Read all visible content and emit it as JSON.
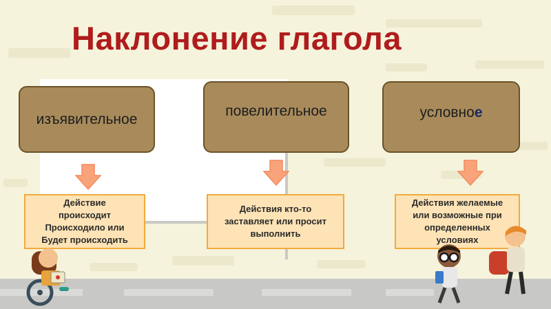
{
  "title": "Наклонение глагола",
  "moods": [
    {
      "label_main": "изъявительное",
      "label_end": "",
      "description": [
        "Действие",
        "происходит",
        "Происходило или",
        "Будет происходить"
      ]
    },
    {
      "label_main": "повелительное",
      "label_end": "",
      "description": [
        "Действия кто-то",
        "заставляет или просит",
        "выполнить"
      ]
    },
    {
      "label_main": "условно",
      "label_end": "е",
      "description": [
        "Действия желаемые",
        "или возможные при",
        "определенных",
        "условиях"
      ]
    }
  ],
  "colors": {
    "title": "#b01c1c",
    "head_box_fill": "#a98b5b",
    "head_box_border": "#6a5128",
    "desc_fill": "#fde3b5",
    "desc_border": "#f2a93b",
    "arrow_fill": "#f9a37a",
    "background": "#f5f3dc"
  }
}
